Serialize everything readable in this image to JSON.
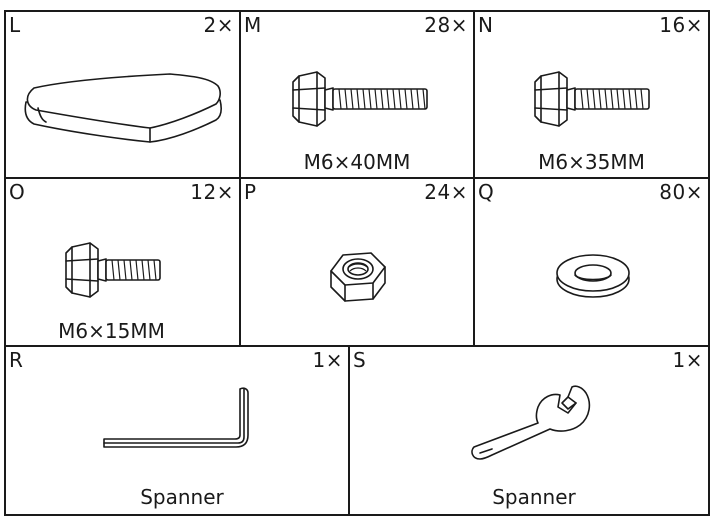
{
  "parts": [
    {
      "id": "L",
      "letter": "L",
      "qty": "2×",
      "caption": "",
      "icon": "pad-icon"
    },
    {
      "id": "M",
      "letter": "M",
      "qty": "28×",
      "caption": "M6×40MM",
      "icon": "hex-bolt-icon"
    },
    {
      "id": "N",
      "letter": "N",
      "qty": "16×",
      "caption": "M6×35MM",
      "icon": "hex-bolt-icon"
    },
    {
      "id": "O",
      "letter": "O",
      "qty": "12×",
      "caption": "M6×15MM",
      "icon": "hex-bolt-icon"
    },
    {
      "id": "P",
      "letter": "P",
      "qty": "24×",
      "caption": "",
      "icon": "hex-nut-icon"
    },
    {
      "id": "Q",
      "letter": "Q",
      "qty": "80×",
      "caption": "",
      "icon": "washer-icon"
    },
    {
      "id": "R",
      "letter": "R",
      "qty": "1×",
      "caption": "Spanner",
      "icon": "allen-key-icon"
    },
    {
      "id": "S",
      "letter": "S",
      "qty": "1×",
      "caption": "Spanner",
      "icon": "wrench-icon"
    }
  ],
  "colors": {
    "line": "#1a1a1a",
    "background": "#ffffff"
  }
}
